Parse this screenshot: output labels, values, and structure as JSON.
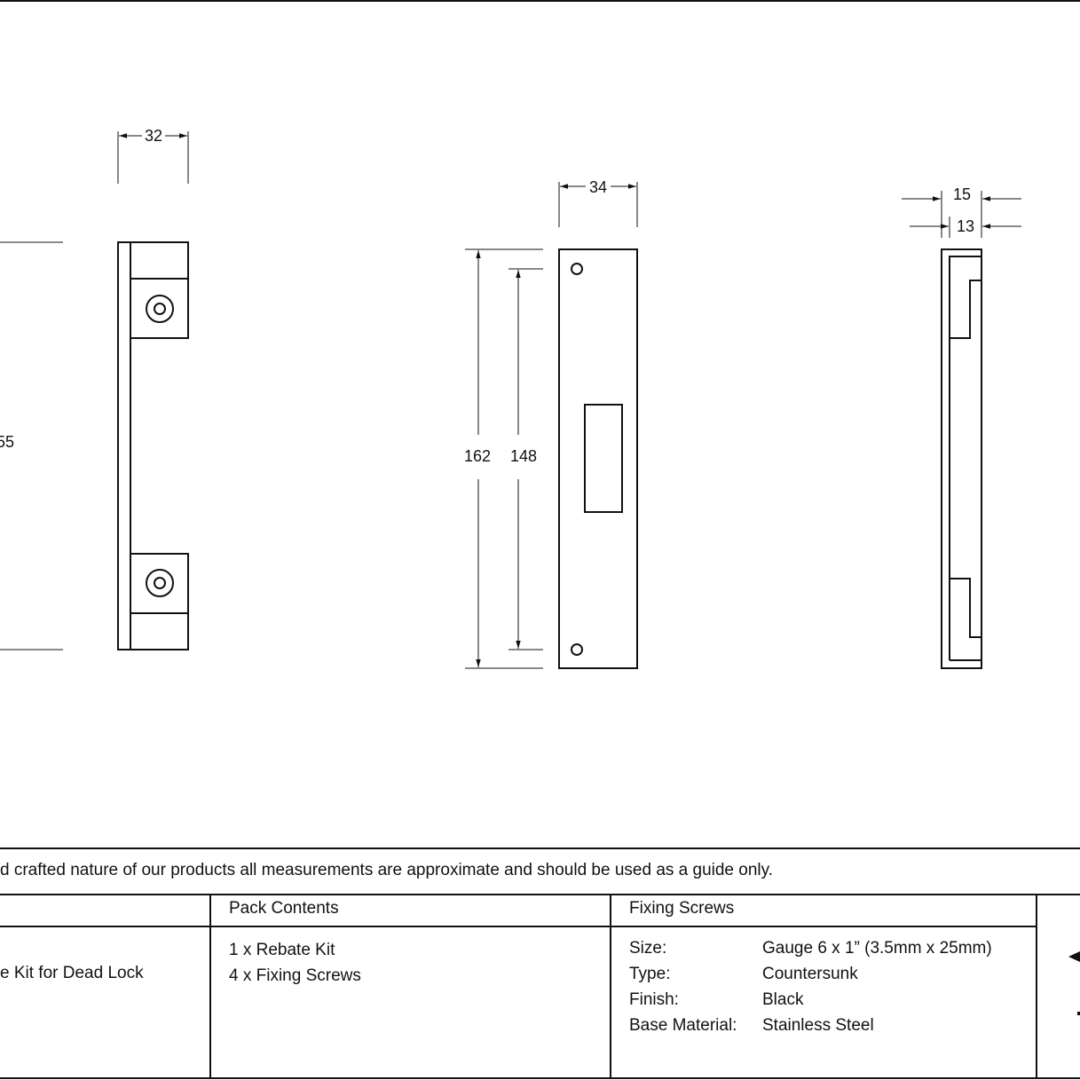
{
  "dimensions": {
    "view1_width": "32",
    "view1_height_partial": "55",
    "view2_width": "34",
    "view2_height_outer": "162",
    "view2_height_inner": "148",
    "view3_outer": "15",
    "view3_inner": "13"
  },
  "footer": {
    "note": "d crafted nature of our products all measurements are approximate and should be used as a guide only.",
    "product_partial": "e Kit for Dead Lock",
    "pack_contents": {
      "header": "Pack Contents",
      "items": [
        "1 x Rebate Kit",
        "4 x Fixing Screws"
      ]
    },
    "fixing_screws": {
      "header": "Fixing Screws",
      "rows": [
        {
          "label": "Size:",
          "value": "Gauge 6 x 1” (3.5mm x 25mm)"
        },
        {
          "label": "Type:",
          "value": "Countersunk"
        },
        {
          "label": "Finish:",
          "value": "Black"
        },
        {
          "label": "Base Material:",
          "value": "Stainless Steel"
        }
      ]
    }
  },
  "colors": {
    "line": "#111111",
    "background": "#ffffff"
  }
}
